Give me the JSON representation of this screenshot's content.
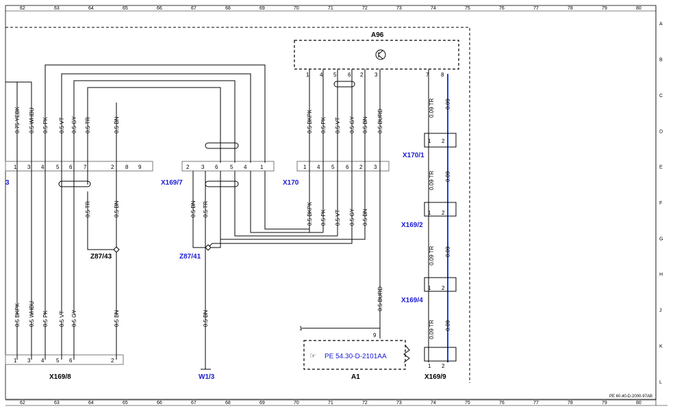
{
  "grid": {
    "cols": [
      "62",
      "63",
      "64",
      "65",
      "66",
      "67",
      "68",
      "69",
      "70",
      "71",
      "72",
      "73",
      "74",
      "75",
      "76",
      "77",
      "78",
      "79",
      "80"
    ],
    "rows": [
      "A",
      "B",
      "C",
      "D",
      "E",
      "F",
      "G",
      "H",
      "J",
      "K",
      "L"
    ]
  },
  "labels": {
    "a96": "A96",
    "x169_7": "X169/7",
    "x170": "X170",
    "x170_1": "X170/1",
    "x169_2": "X169/2",
    "x169_4": "X169/4",
    "x169_8": "X169/8",
    "x169_9": "X169/9",
    "z87_43": "Z87/43",
    "z87_41": "Z87/41",
    "w1_3": "W1/3",
    "a1": "A1",
    "ref": "PE 54.30-D-2101AA",
    "left_conn": "3",
    "doc": "PE 60.40-D-2000-97AB",
    "a1_pin": "1",
    "a1_pin9": "9"
  },
  "wires": {
    "top_left": [
      "0.75 YEBK",
      "0.5 WHBU",
      "0.5 PK",
      "0.5 VT",
      "0.5 GY",
      "0.5 TR",
      "0.5 BN"
    ],
    "mid_left": [
      "0.5 TR",
      "0.5 BN"
    ],
    "bot_left": [
      "0.5 BKPK",
      "0.5 WHBU",
      "0.5 PK",
      "0.5 VT",
      "0.5 GY",
      "0.5 BN"
    ],
    "x169_7": [
      "0.5 BN",
      "0.5 TR"
    ],
    "w1": "0.5 BN",
    "a96_top": [
      "0.5 BKPK",
      "0.5 PK",
      "0.5 VT",
      "0.5 GY",
      "0.5 BN",
      "0.5 BURD"
    ],
    "a96_bot": [
      "0.5 BKPK",
      "0.5 PK",
      "0.5 VT",
      "0.5 GY",
      "0.5 BN"
    ],
    "burd2": "0.5 BURD",
    "right_tr": "0.09 TR",
    "right_blue": "0.09"
  },
  "pins": {
    "a96": [
      "1",
      "4",
      "5",
      "6",
      "2",
      "3",
      "7",
      "8"
    ],
    "left_conn": [
      "1",
      "3",
      "4",
      "5",
      "6",
      "7",
      "2",
      "8",
      "9"
    ],
    "x169_7": [
      "2",
      "3",
      "6",
      "5",
      "4",
      "1"
    ],
    "x170": [
      "1",
      "4",
      "5",
      "6",
      "2",
      "3"
    ],
    "x169_8": [
      "1",
      "3",
      "4",
      "5",
      "6",
      "2"
    ],
    "small": [
      "1",
      "2"
    ]
  }
}
